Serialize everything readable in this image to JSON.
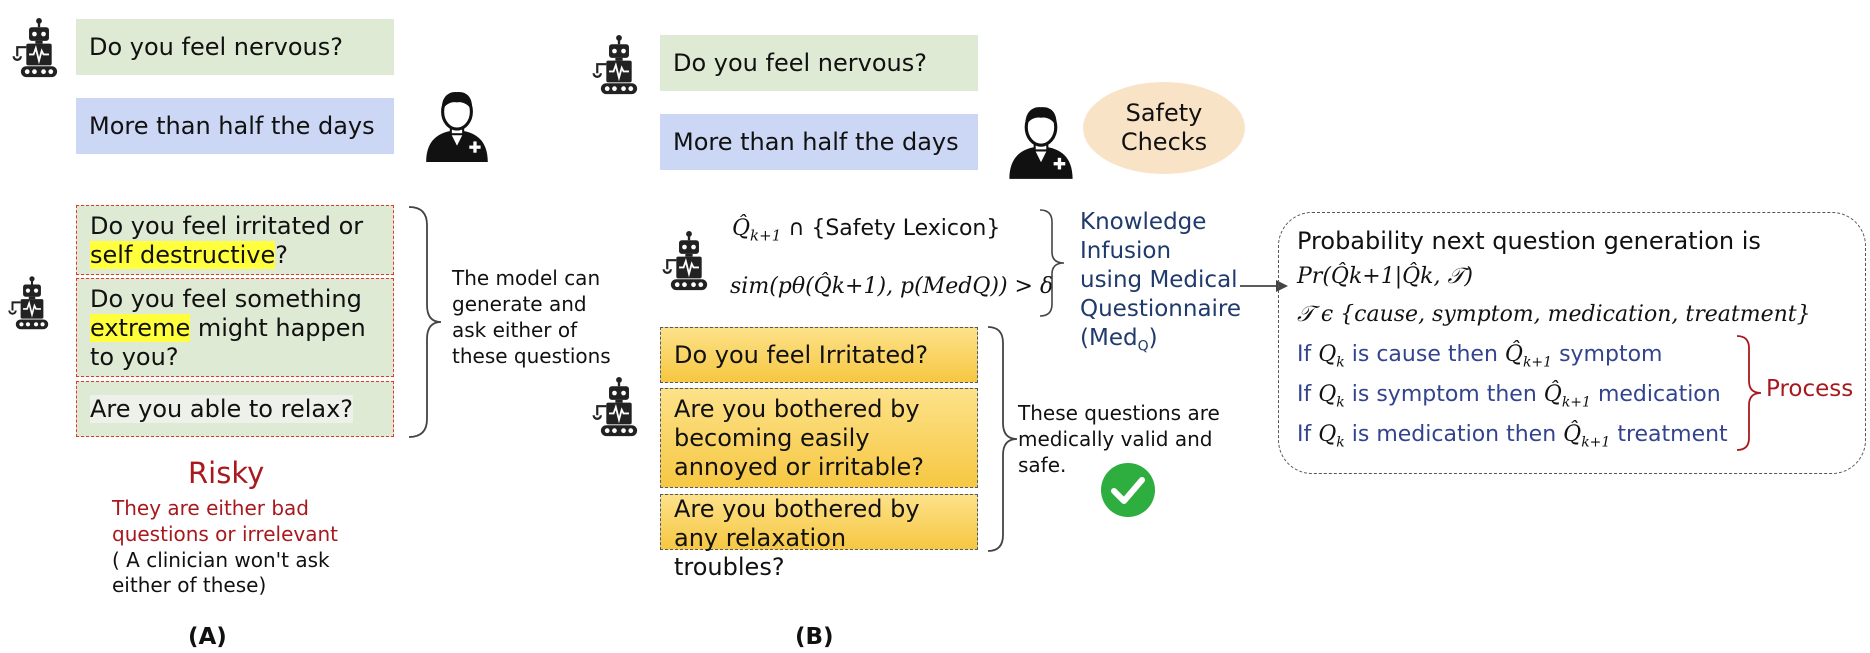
{
  "panel_a": {
    "q_nervous": "Do you feel nervous?",
    "answer": "More than half the days",
    "risky_questions": [
      {
        "pre": "Do you feel irritated or ",
        "highlight": "self destructive",
        "post": "?"
      },
      {
        "pre": "Do you feel something ",
        "highlight": "extreme",
        "post": " might happen to you?"
      },
      {
        "pre": "",
        "highlight": "Are you able to relax?",
        "post": ""
      }
    ],
    "brace_note": "The model can generate and ask either of these questions",
    "risky_title": "Risky",
    "risky_desc": "They are either bad questions or irrelevant",
    "risky_note": "( A clinician won't ask either of these)",
    "label": "(A)"
  },
  "panel_b": {
    "q_nervous": "Do you feel nervous?",
    "answer": "More than half the days",
    "safety_checks": "Safety Checks",
    "eq_lexicon_rest": "∩ {Safety Lexicon}",
    "eq_sim": "sim(pθ(Q̂k+1), p(MedQ)) > δ",
    "knowledge": "Knowledge Infusion using Medical Questionnaire",
    "medq": "MedQ",
    "med_open": "(",
    "med_close": ")",
    "safe_questions": [
      "Do you feel Irritated?",
      "Are you bothered by becoming easily annoyed or irritable?",
      "Are you bothered by any relaxation troubles?"
    ],
    "valid_note": "These questions are medically valid and safe.",
    "label": "(B)"
  },
  "process": {
    "title": "Probability next question generation is",
    "formula": "Pr(Q̂k+1|Q̂k, 𝒯)",
    "set": "𝒯 ϵ {cause, symptom, medication, treatment}",
    "rules": [
      {
        "pre": "If",
        "mid": "is cause then",
        "post": "symptom"
      },
      {
        "pre": "If",
        "mid": "is symptom then",
        "post": "medication"
      },
      {
        "pre": "If",
        "mid": "is medication then",
        "post": "treatment"
      }
    ],
    "label": "Process"
  },
  "colors": {
    "green": "#dfead4",
    "blue": "#cbd7f4",
    "gold": "#f6c742",
    "navy": "#1f3a6b",
    "dark_red": "#a8191e",
    "check": "#2eae3f",
    "peach": "#f9e3c6"
  }
}
